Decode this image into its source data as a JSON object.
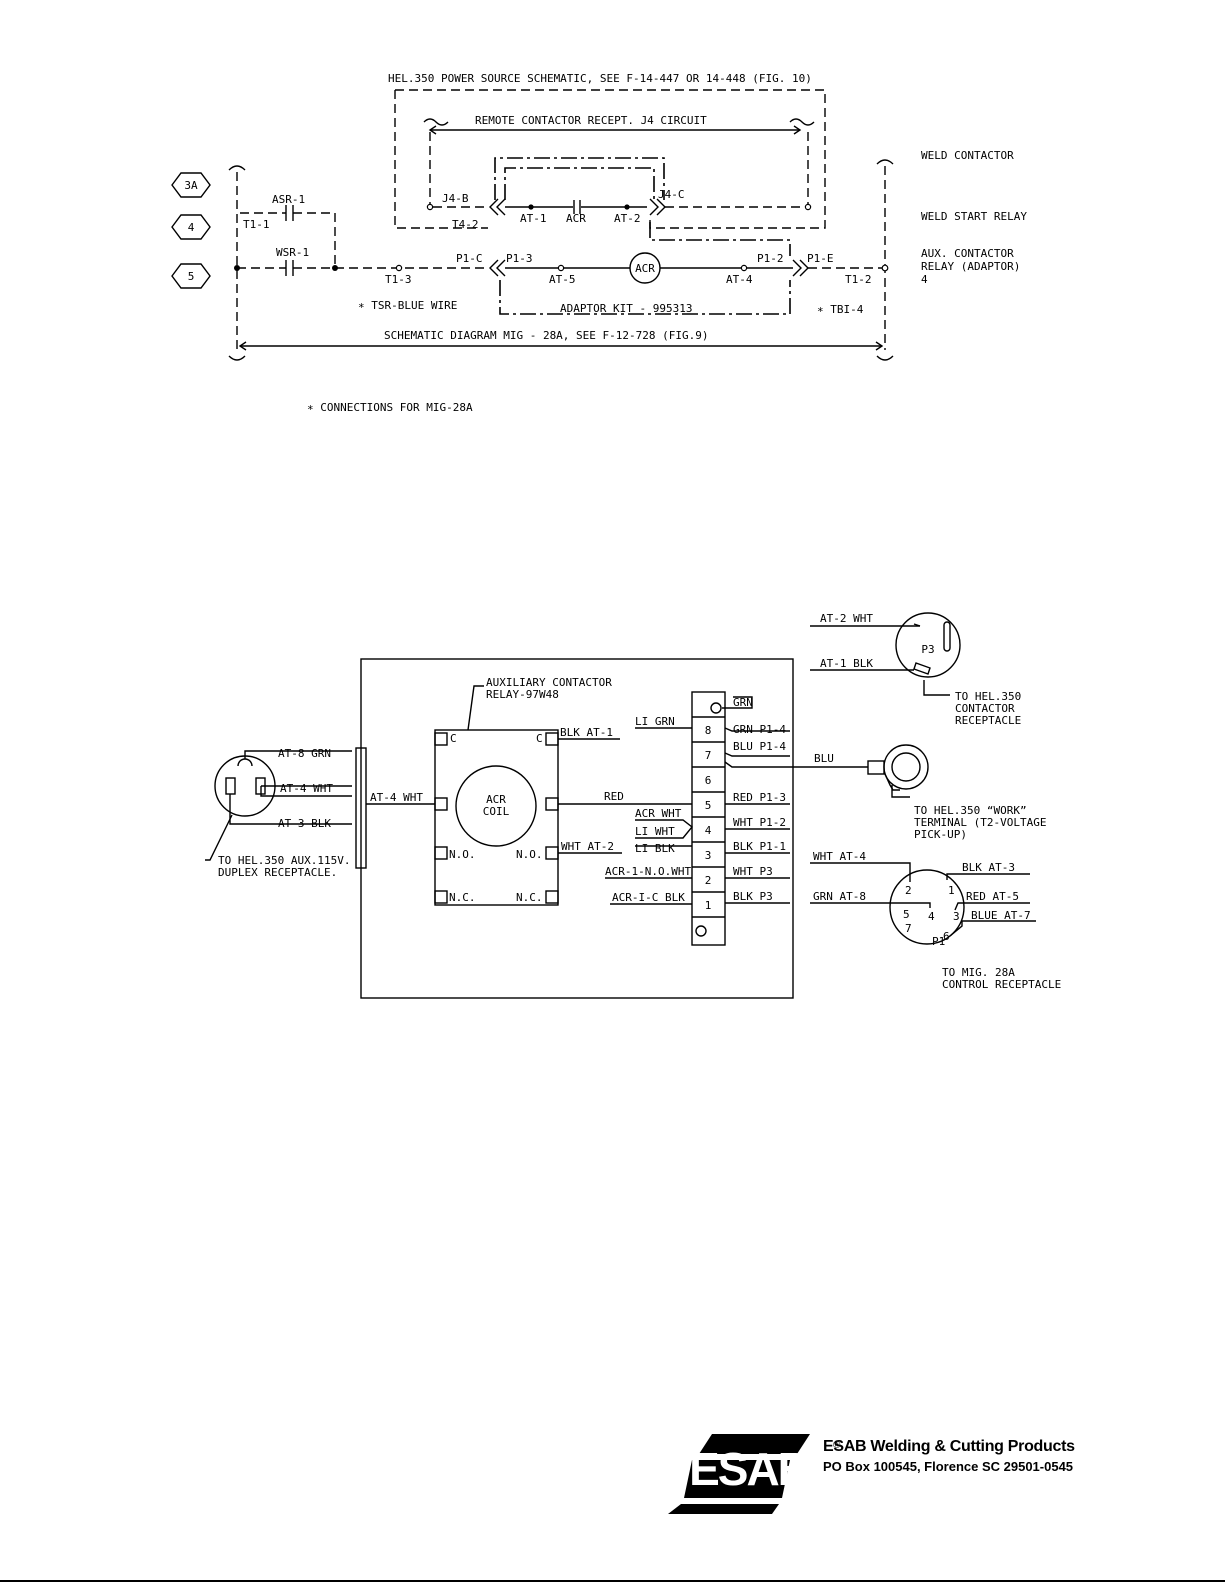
{
  "schematic": {
    "hel_title": "HEL.350 POWER SOURCE SCHEMATIC, SEE F-14-447 OR 14-448 (FIG. 10)",
    "remote_title": "REMOTE CONTACTOR RECEPT. J4 CIRCUIT",
    "mig_title": "SCHEMATIC DIAGRAM MIG - 28A, SEE F-12-728 (FIG.9)",
    "adaptor_kit": "ADAPTOR KIT - 995313",
    "tsr_note": "∗ TSR-BLUE WIRE",
    "tbi_note": "∗ TBI-4",
    "footnote": "∗ CONNECTIONS FOR MIG-28A",
    "line_refs": [
      "3A",
      "4",
      "5"
    ],
    "right_labels": {
      "weld_contactor": "WELD CONTACTOR",
      "weld_start_relay": "WELD START RELAY",
      "aux_line1": "AUX. CONTACTOR",
      "aux_line2": "RELAY (ADAPTOR)",
      "aux_line3": "4"
    },
    "terms": {
      "asr1": "ASR-1",
      "t11": "T1-1",
      "wsr1": "WSR-1",
      "t13": "T1-3",
      "j4b": "J4-B",
      "t42": "T4-2",
      "at1": "AT-1",
      "acr": "ACR",
      "at2": "AT-2",
      "j4c": "J4-C",
      "p1c": "P1-C",
      "p13": "P1-3",
      "at5": "AT-5",
      "acr_coil": "ACR",
      "at4": "AT-4",
      "p12": "P1-2",
      "p1e": "P1-E",
      "t12": "T1-2"
    }
  },
  "wiring": {
    "relay_line1": "AUXILIARY CONTACTOR",
    "relay_line2": "RELAY-97W48",
    "coil_line1": "ACR",
    "coil_line2": "COIL",
    "contacts": {
      "c_left": "C",
      "c_right": "C",
      "no_left": "N.O.",
      "no_right": "N.O.",
      "nc_left": "N.C.",
      "nc_right": "N.C."
    },
    "relay_wires": {
      "blk_at1": "BLK AT-1",
      "at4_wht": "AT-4 WHT",
      "red": "RED",
      "wht_at2": "WHT AT-2"
    },
    "duplex_wires": [
      "AT-8 GRN",
      "AT-4 WHT",
      "AT-3 BLK"
    ],
    "duplex_note_line1": "TO HEL.350 AUX.115V.",
    "duplex_note_line2": "DUPLEX RECEPTACLE.",
    "terminal_numbers": [
      "8",
      "7",
      "6",
      "5",
      "4",
      "3",
      "2",
      "1"
    ],
    "tb_left": {
      "li_grn": "LI GRN",
      "acr_wht": "ACR WHT",
      "li_wht": "LI WHT",
      "li_blk": "LI BLK",
      "acr_no": "ACR-1-N.O.WHT",
      "acr_c": "ACR-I-C BLK"
    },
    "tb_right": {
      "grn": "GRN",
      "grn_p14": "GRN P1-4",
      "blu_p14": "BLU P1-4",
      "red_p13": "RED P1-3",
      "wht_p12": "WHT P1-2",
      "blk_p11": "BLK P1-1",
      "wht_p3": "WHT P3",
      "blk_p3": "BLK P3"
    },
    "p3": {
      "label": "P3",
      "wire1": "AT-2 WHT",
      "wire2": "AT-1 BLK",
      "note_line1": "TO HEL.350",
      "note_line2": "CONTACTOR",
      "note_line3": "RECEPTACLE"
    },
    "ring": {
      "wire": "BLU",
      "note_line1": "TO HEL.350 “WORK”",
      "note_line2": "TERMINAL (T2-VOLTAGE",
      "note_line3": "PICK-UP)"
    },
    "p1": {
      "label": "P1",
      "pins": [
        "1",
        "2",
        "3",
        "4",
        "5",
        "6",
        "7"
      ],
      "wires": {
        "wht_at4": "WHT AT-4",
        "blk_at3": "BLK AT-3",
        "grn_at8": "GRN AT-8",
        "red_at5": "RED AT-5",
        "blue_at7": "BLUE AT-7"
      },
      "note_line1": "TO MIG. 28A",
      "note_line2": "CONTROL RECEPTACLE"
    }
  },
  "footer": {
    "logo_text": "ESAB",
    "registered": "®",
    "company": "ESAB  Welding & Cutting Products",
    "address": "PO Box 100545, Florence SC 29501-0545"
  }
}
